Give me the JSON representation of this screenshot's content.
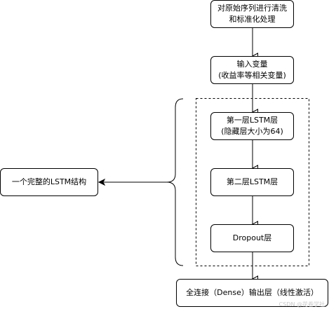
{
  "nodes": {
    "preprocess": "对原始序列进行清洗\n和标准化处理",
    "input": "输入变量\n(收益率等相关变量)",
    "lstm1": "第一层LSTM层\n(隐藏层大小为64)",
    "lstm2": "第二层LSTM层",
    "dropout": "Dropout层",
    "output": "全连接（Dense）输出层（线性激活）",
    "full_structure": "一个完整的LSTM结构"
  },
  "watermark": "CSDN @花卷学社"
}
